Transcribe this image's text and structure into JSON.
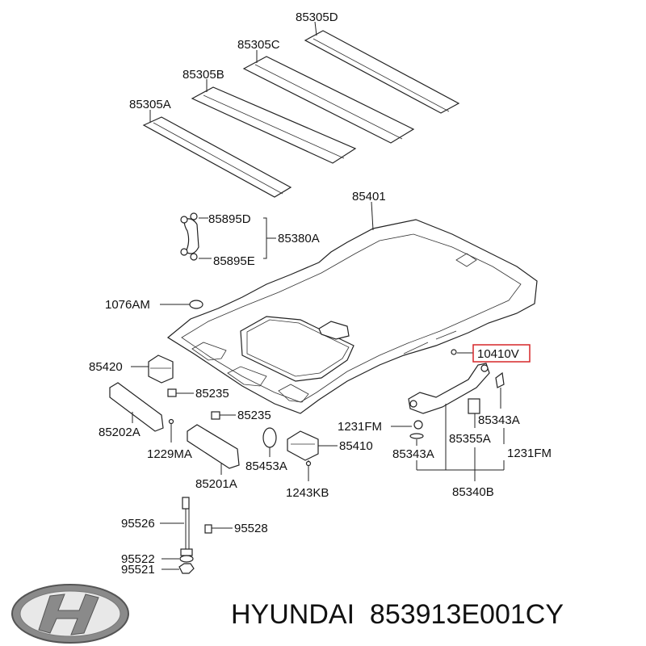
{
  "labels": {
    "p85305D": "85305D",
    "p85305C": "85305C",
    "p85305B": "85305B",
    "p85305A": "85305A",
    "p85401": "85401",
    "p85895D": "85895D",
    "p85380A": "85380A",
    "p85895E": "85895E",
    "p1076AM": "1076AM",
    "p10410V": "10410V",
    "p85420": "85420",
    "p85235a": "85235",
    "p85235b": "85235",
    "p85202A": "85202A",
    "p1229MA": "1229MA",
    "p85201A": "85201A",
    "p85453A": "85453A",
    "p85410": "85410",
    "p1243KB": "1243KB",
    "p1231FMa": "1231FM",
    "p85343Aa": "85343A",
    "p85355A": "85355A",
    "p85343Ab": "85343A",
    "p1231FMb": "1231FM",
    "p85340B": "85340B",
    "p95526": "95526",
    "p95528": "95528",
    "p95522": "95522",
    "p95521": "95521"
  },
  "caption": "HYUNDAI  853913E001CY",
  "highlight_color": "#d62728",
  "logo_icon": "hyundai-logo-icon"
}
